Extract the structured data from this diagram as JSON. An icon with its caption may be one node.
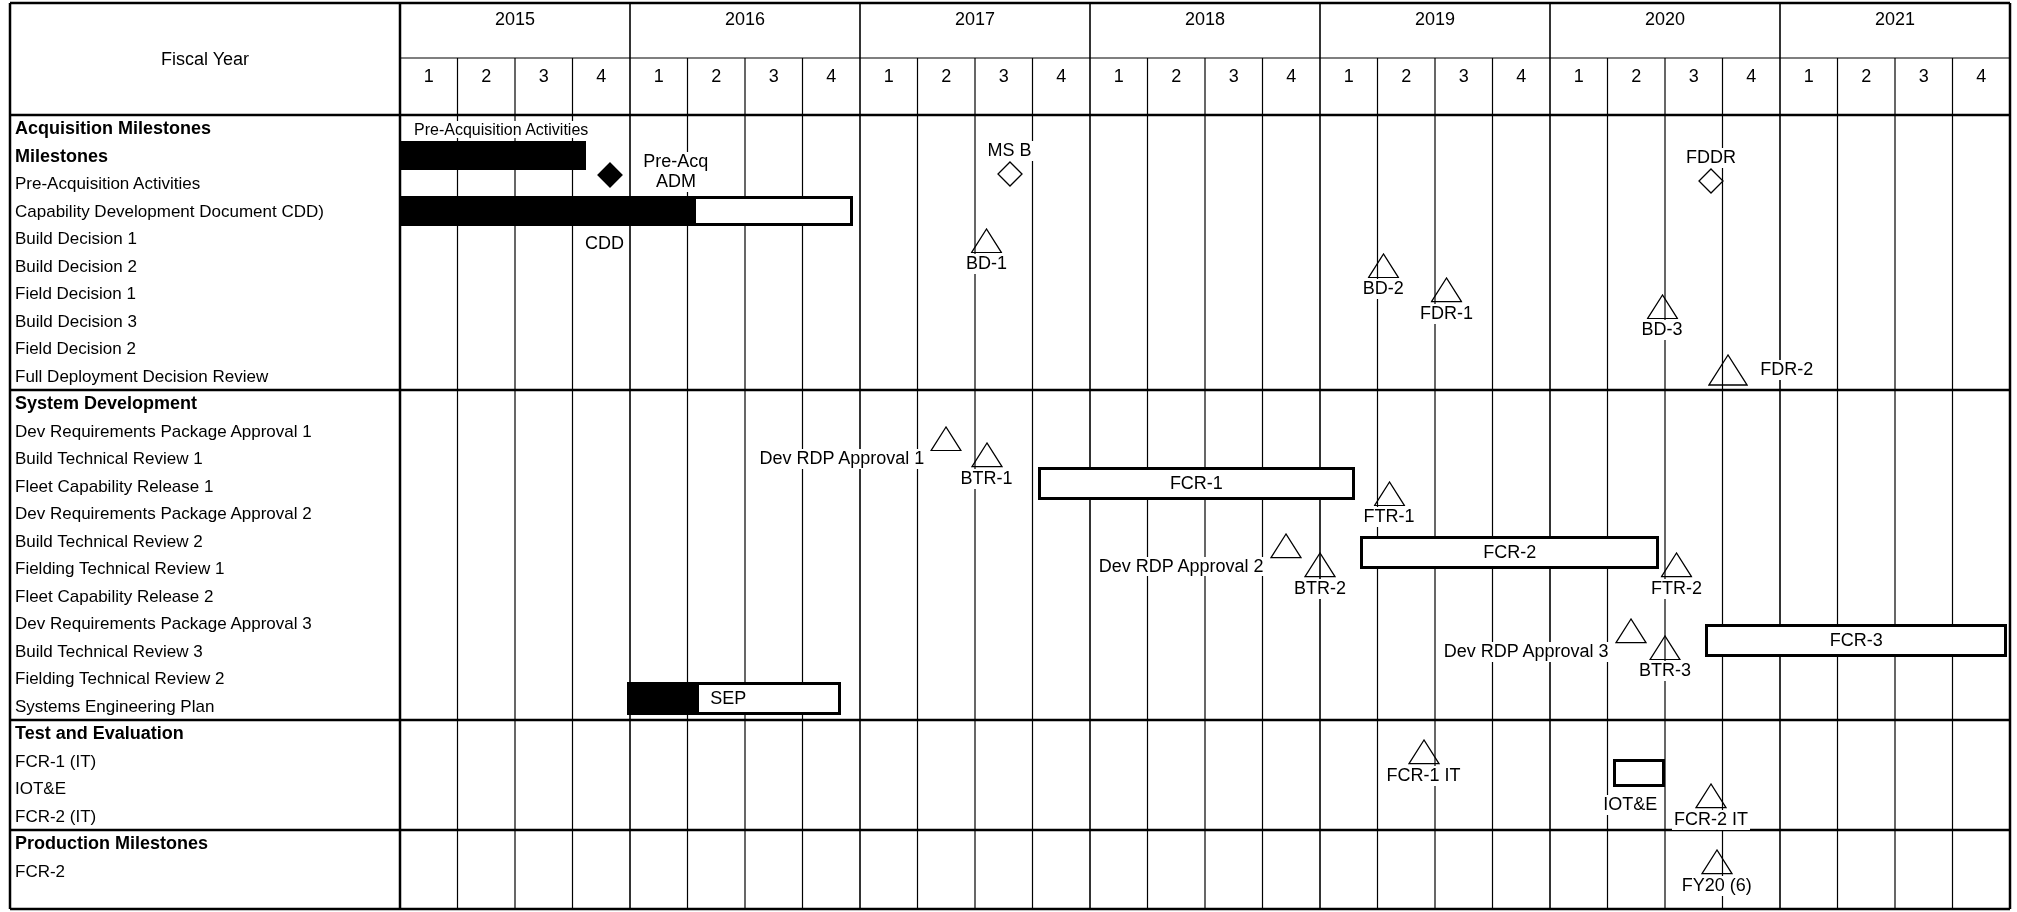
{
  "diagram": {
    "nodes": [
      {
        "text": [
          "Pre-Acquisition Activities"
        ]
      },
      {
        "text": [
          "Pre-Acq ADM"
        ]
      },
      {
        "text": [
          "MS B"
        ]
      },
      {
        "text": [
          "FDDR"
        ]
      },
      {
        "text": [
          "CDD"
        ]
      },
      {
        "text": [
          "BD-1"
        ]
      },
      {
        "text": [
          "BD-2"
        ]
      },
      {
        "text": [
          "FDR-1"
        ]
      },
      {
        "text": [
          "BD-3"
        ]
      },
      {
        "text": [
          "FDR-2"
        ]
      },
      {
        "text": [
          "Dev RDP Approval 1"
        ]
      },
      {
        "text": [
          "BTR-1"
        ]
      },
      {
        "text": [
          "FCR-1"
        ]
      },
      {
        "text": [
          "FTR-1"
        ]
      },
      {
        "text": [
          "Dev RDP Approval 2"
        ]
      },
      {
        "text": [
          "BTR-2"
        ]
      },
      {
        "text": [
          "FCR-2"
        ]
      },
      {
        "text": [
          "FTR-2"
        ]
      },
      {
        "text": [
          "Dev RDP Approval 3"
        ]
      },
      {
        "text": [
          "BTR-3"
        ]
      },
      {
        "text": [
          "FCR-3"
        ]
      },
      {
        "text": [
          "SEP"
        ]
      },
      {
        "text": [
          "FCR-1 IT"
        ]
      },
      {
        "text": [
          "IOT&E"
        ]
      },
      {
        "text": [
          "FCR-2 IT"
        ]
      },
      {
        "text": [
          "FY20 (6)"
        ]
      }
    ],
    "labels": [
      "Fiscal Year",
      "2015",
      "2016",
      "2017",
      "2018",
      "2019",
      "2020",
      "2021",
      "1",
      "2",
      "3",
      "4",
      "1",
      "2",
      "3",
      "4",
      "1",
      "2",
      "3",
      "4",
      "1",
      "2",
      "3",
      "4",
      "1",
      "2",
      "3",
      "4",
      "1",
      "2",
      "3",
      "4",
      "1",
      "2",
      "3",
      "4",
      "Acquisition Milestones",
      "Milestones",
      "Pre-Acquisition Activities",
      "Capability Development Document CDD)",
      "Build Decision 1",
      "Build Decision 2",
      "Field Decision 1",
      "Build Decision 3",
      "Field Decision 2",
      "Full Deployment Decision Review",
      "System Development",
      "Dev Requirements Package Approval 1",
      "Build Technical Review 1",
      "Fleet Capability Release 1",
      "Dev Requirements Package Approval 2",
      "Build Technical Review 2",
      "Fielding Technical Review 1",
      "Fleet Capability Release 2",
      "Dev Requirements Package Approval 3",
      "Build Technical Review 3",
      "Fielding Technical Review 2",
      "Systems Engineering Plan",
      "Test and Evaluation",
      "FCR-1 (IT)",
      "IOT&E",
      "FCR-2 (IT)",
      "Production Milestones",
      "FCR-2"
    ]
  }
}
